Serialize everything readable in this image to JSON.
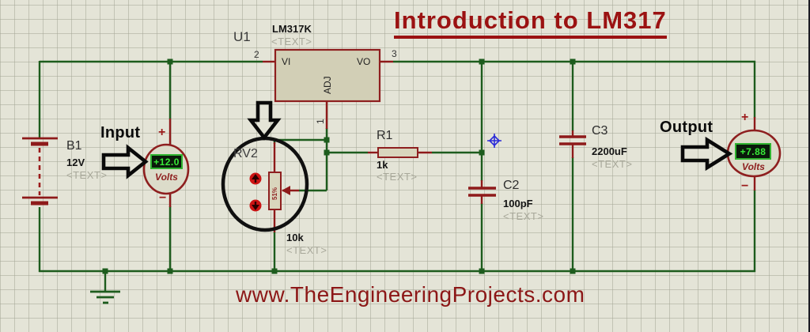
{
  "title": "Introduction to LM317",
  "website": "www.TheEngineeringProjects.com",
  "colors": {
    "background": "#e4e4d7",
    "wire_green": "#1d5c1d",
    "component_maroon": "#8e1f1f",
    "title_red": "#9b1212",
    "display_green": "#38ea38",
    "display_bg": "#0a1a0a",
    "annotation_black": "#0a0a0a",
    "placeholder_gray": "#a8a89a"
  },
  "chip": {
    "ref": "U1",
    "name": "LM317K",
    "placeholder": "<TEXT>",
    "pin_vi": "VI",
    "pin_vo": "VO",
    "pin_adj": "ADJ",
    "pin_no_in": "2",
    "pin_no_out": "3",
    "pin_no_adj": "1"
  },
  "battery": {
    "ref": "B1",
    "value": "12V",
    "placeholder": "<TEXT>"
  },
  "meters": {
    "input": {
      "label": "Input",
      "reading": "+12.0",
      "unit": "Volts",
      "plus": "+",
      "minus": "−"
    },
    "output": {
      "label": "Output",
      "reading": "+7.88",
      "unit": "Volts",
      "plus": "+",
      "minus": "−"
    }
  },
  "pot": {
    "ref": "RV2",
    "value": "10k",
    "wiper": "51%",
    "placeholder": "<TEXT>"
  },
  "resistor": {
    "ref": "R1",
    "value": "1k",
    "placeholder": "<TEXT>"
  },
  "cap2": {
    "ref": "C2",
    "value": "100pF",
    "placeholder": "<TEXT>"
  },
  "cap3": {
    "ref": "C3",
    "value": "2200uF",
    "placeholder": "<TEXT>"
  }
}
